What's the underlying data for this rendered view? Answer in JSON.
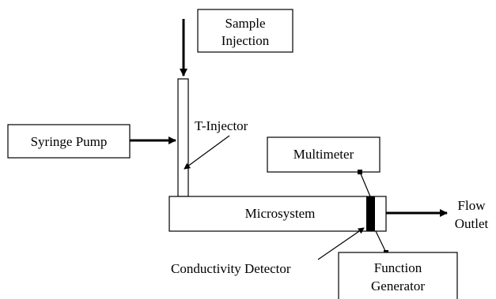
{
  "diagram": {
    "labels": {
      "sample_injection_line1": "Sample",
      "sample_injection_line2": "Injection",
      "syringe_pump": "Syringe Pump",
      "t_injector": "T-Injector",
      "multimeter": "Multimeter",
      "microsystem": "Microsystem",
      "flow_outlet_line1": "Flow",
      "flow_outlet_line2": "Outlet",
      "conductivity_detector": "Conductivity Detector",
      "function_generator_line1": "Function",
      "function_generator_line2": "Generator"
    },
    "colors": {
      "stroke": "#000000",
      "fill": "#ffffff",
      "detector": "#000000"
    }
  }
}
